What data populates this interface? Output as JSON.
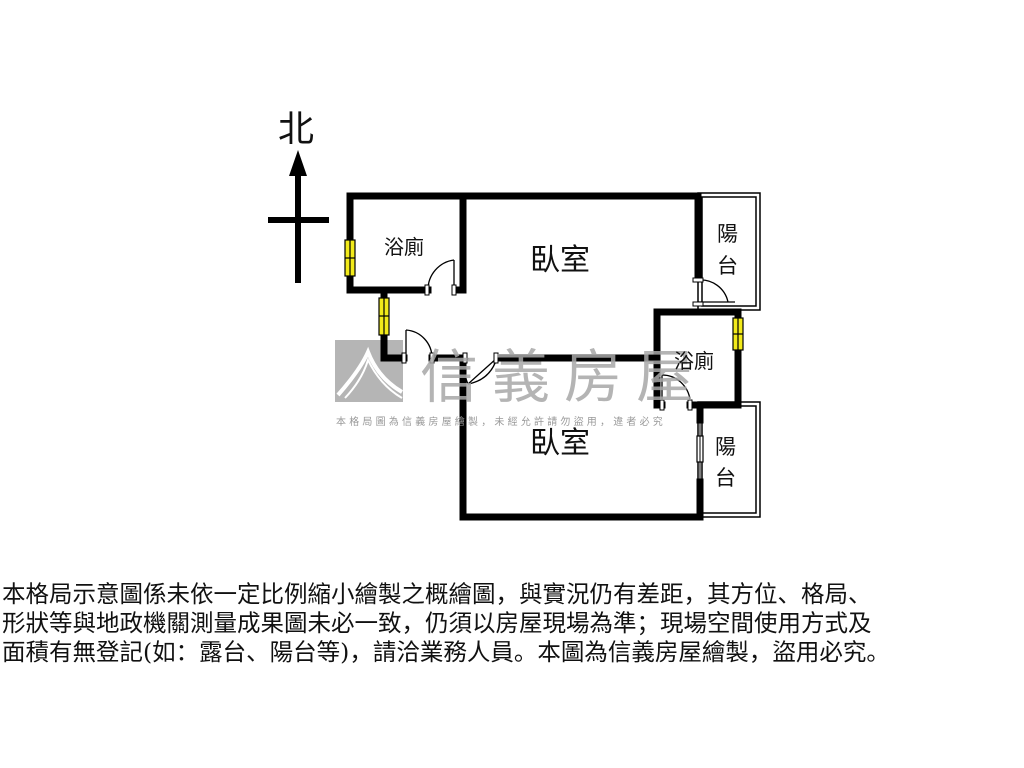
{
  "compass": {
    "label": "北"
  },
  "rooms": [
    {
      "id": "bath-1",
      "label": "浴廁"
    },
    {
      "id": "bedroom-1",
      "label": "臥室"
    },
    {
      "id": "balcony-1",
      "label_line1": "陽",
      "label_line2": "台"
    },
    {
      "id": "bath-2",
      "label": "浴廁"
    },
    {
      "id": "bedroom-2",
      "label": "臥室"
    },
    {
      "id": "balcony-2",
      "label_line1": "陽",
      "label_line2": "台"
    }
  ],
  "watermark": {
    "brand": "信義房屋",
    "notice": "本格局圖為信義房屋繪製，未經允許請勿盜用，違者必究"
  },
  "colors": {
    "wall": "#000000",
    "window_fill": "#f2ea1a",
    "watermark": "#a8a8a8"
  },
  "disclaimer": {
    "lines": [
      "本格局示意圖係未依一定比例縮小繪製之概繪圖，與實況仍有差距，其方位、格局、",
      "形狀等與地政機關測量成果圖未必一致，仍須以房屋現場為準；現場空間使用方式及",
      "面積有無登記(如：露台、陽台等)，請洽業務人員。本圖為信義房屋繪製，盜用必究。"
    ]
  }
}
